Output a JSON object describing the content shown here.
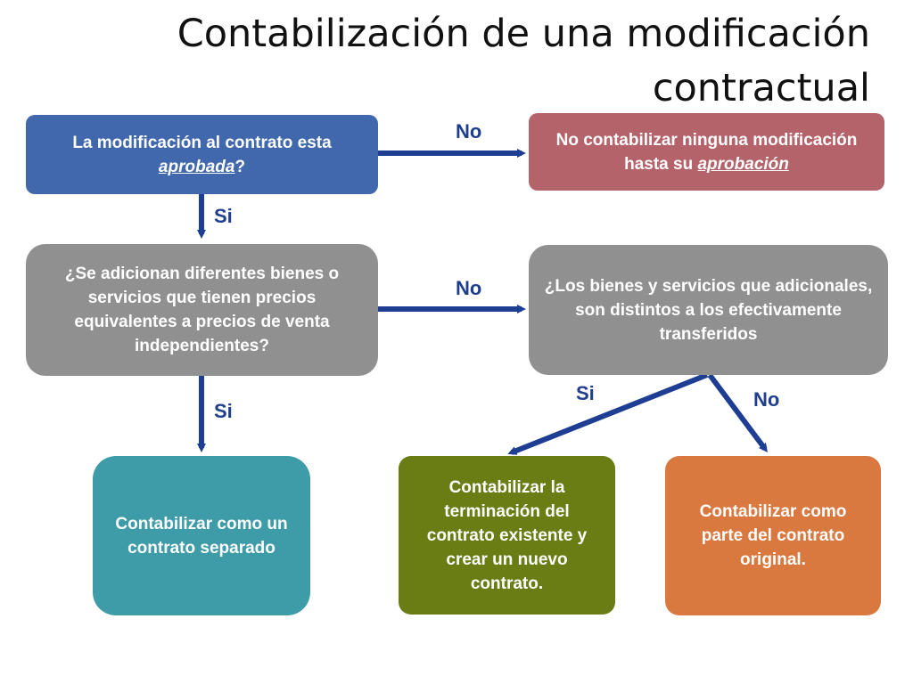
{
  "title": {
    "line1": "Contabilización de una modificación",
    "line2": "contractual"
  },
  "colors": {
    "blue": "#4167ad",
    "red": "#b5636a",
    "gray": "#909090",
    "teal": "#3e9ca9",
    "green": "#6a7d14",
    "orange": "#d9783f",
    "arrow": "#1d3e92",
    "label": "#1f3e8c"
  },
  "boxes": {
    "q_aprobada": {
      "pre": "La modificación al contrato esta ",
      "em": "aprobada",
      "post": "?"
    },
    "no_contabilizar": {
      "pre": "No contabilizar ninguna modificación hasta su ",
      "em": "aprobación",
      "post": ""
    },
    "q_bienes": "¿Se adicionan diferentes bienes o servicios que tienen precios equivalentes a precios de venta independientes?",
    "q_distintos": "¿Los bienes y servicios que adicionales, son distintos a los efectivamente transferidos",
    "separado": "Contabilizar como un contrato separado",
    "terminacion": "Contabilizar la terminación del contrato existente y crear un nuevo contrato.",
    "original": "Contabilizar como parte del contrato original."
  },
  "labels": {
    "no_1": "No",
    "si_1": "Si",
    "no_2": "No",
    "si_2": "Si",
    "si_3": "Si",
    "no_3": "No"
  }
}
